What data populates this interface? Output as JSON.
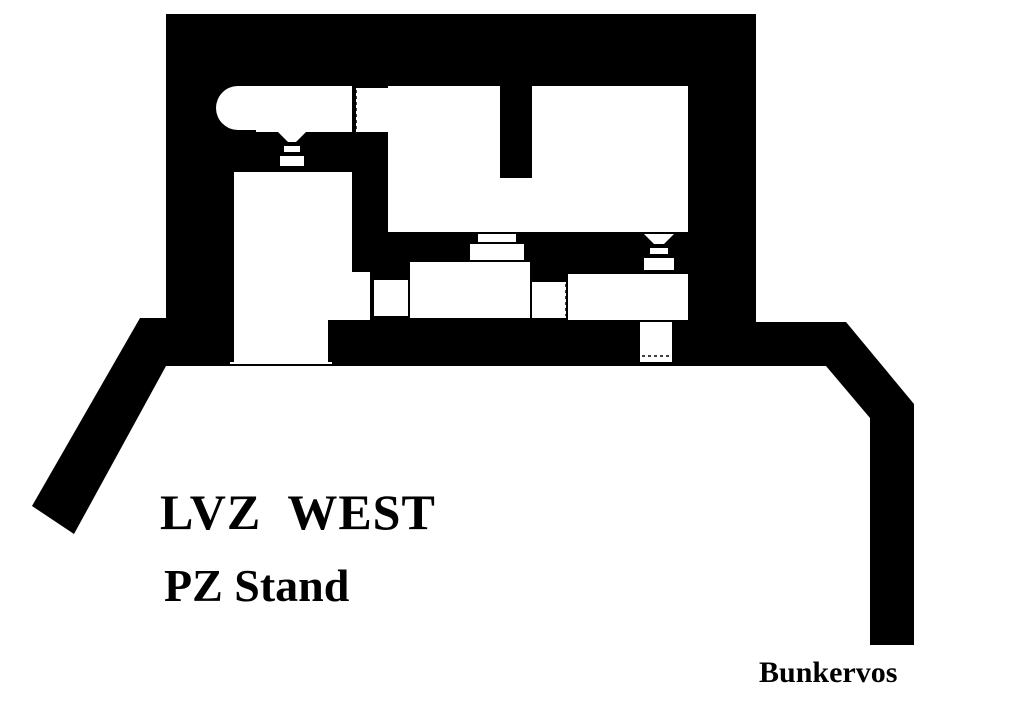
{
  "title": "LVZ  WEST",
  "subtitle": "PZ Stand",
  "credit": "Bunkervos",
  "colors": {
    "wall": "#000000",
    "room": "#ffffff"
  }
}
